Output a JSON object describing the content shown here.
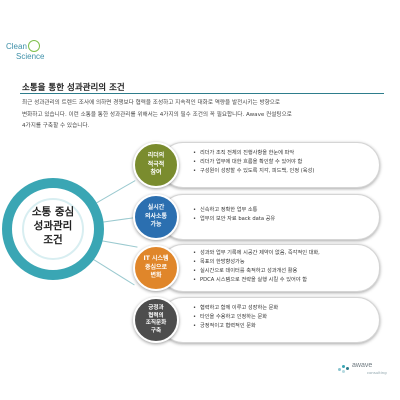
{
  "logo": {
    "line1": "Clean",
    "line2": "Science"
  },
  "title": "소통을 통한 성과관리의 조건",
  "intro": [
    "최근 성과관리의 트렌드 조사에 의하면 경쟁보다 협력을 조성하고 지속적인 대화로 역량을 발전시키는 방향으로",
    "변화하고 있습니다. 이런 소통을 통한 성과관리를 위해서는 4가지의 필수 조건의 꼭 필요합니다. Awave 컨설팅으로",
    "4가지를 구축할 수 있습니다."
  ],
  "center_label": [
    "소통 중심",
    "성과관리",
    "조건"
  ],
  "items": [
    {
      "badge": [
        "리더의",
        "적극적",
        "참여"
      ],
      "color": "#7a8c2e",
      "bullets": [
        "리더가 조직 전체의 진행사항을 한눈에 파악",
        "리더가 업무에 대한 흐름을 확인할 수 있어야 함",
        "구성원이 성장할 수 있도록 지각, 피드백, 인정 (육성)"
      ]
    },
    {
      "badge": [
        "실시간",
        "의사소통",
        "가능"
      ],
      "color": "#2b6fb0",
      "bullets": [
        "신속하고 정확한 업무 소통",
        "업무의 보안 자료 back data 공유"
      ]
    },
    {
      "badge": [
        "IT 시스템",
        "중심으로",
        "변화"
      ],
      "color": "#e0862a",
      "bullets": [
        "성과와 업무 기록에 시공간 제약이 없음, 즉각적인 대화,",
        "목표의 한방향성가능",
        "실시간으로 데이터를 축적하고 성과개선 활용",
        "PDCA 시스템으로 전략을 실행 시킬 수 있어야 함"
      ]
    },
    {
      "badge": [
        "긍정과",
        "협력의",
        "조직문화",
        "구축"
      ],
      "color": "#4d4d4d",
      "bullets": [
        "협력하고 함께 이루고 성장하는 문화",
        "타인을 수용하고 인정하는 문화",
        "긍정적이고 협력적인 문화"
      ]
    }
  ],
  "brand": {
    "name": "awave",
    "sub": "consulting"
  }
}
